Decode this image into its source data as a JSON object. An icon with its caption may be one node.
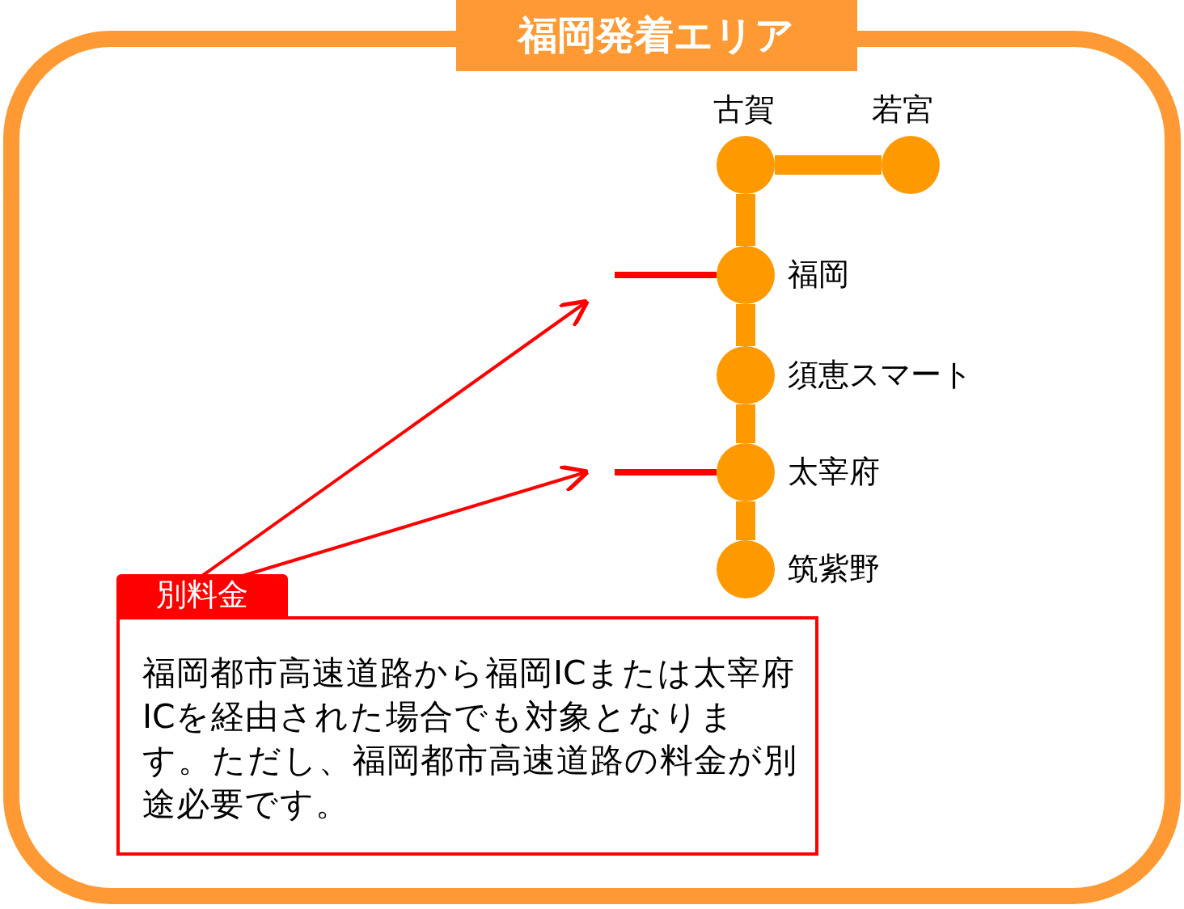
{
  "diagram": {
    "title": "福岡発着エリア",
    "nodes": [
      {
        "text": [
          "古賀"
        ]
      },
      {
        "text": [
          "若宮"
        ]
      },
      {
        "text": [
          "福岡"
        ]
      },
      {
        "text": [
          "須恵スマート"
        ]
      },
      {
        "text": [
          "太宰府"
        ]
      },
      {
        "text": [
          "筑紫野"
        ]
      },
      {
        "text": [
          "別料金",
          "福岡都市高速道路から福岡ICまたは太宰府ICを経由された場合でも対象となります。ただし、福岡都市高速道路の料金が別途必要です。"
        ]
      }
    ],
    "edges": [
      {
        "from": 0,
        "to": 1,
        "arrow": "none"
      },
      {
        "from": 0,
        "to": 2,
        "arrow": "none"
      },
      {
        "from": 2,
        "to": 3,
        "arrow": "none"
      },
      {
        "from": 3,
        "to": 4,
        "arrow": "none"
      },
      {
        "from": 4,
        "to": 5,
        "arrow": "none"
      },
      {
        "from": null,
        "to": 2,
        "arrow": "none",
        "color": "#ff0000"
      },
      {
        "from": null,
        "to": 4,
        "arrow": "none",
        "color": "#ff0000"
      },
      {
        "from": 6,
        "to": null,
        "arrow": "to",
        "color": "#ff0000"
      },
      {
        "from": 6,
        "to": null,
        "arrow": "to",
        "color": "#ff0000"
      }
    ]
  }
}
